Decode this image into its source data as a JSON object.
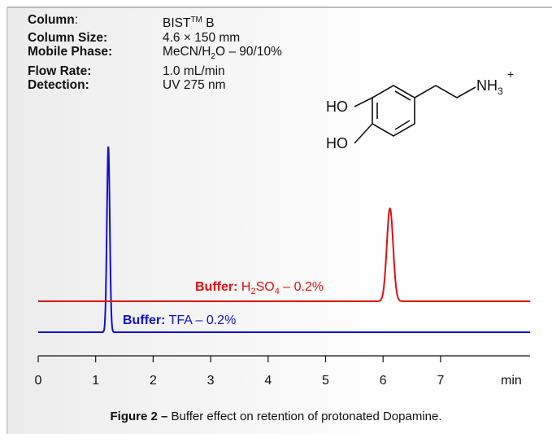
{
  "conditions": {
    "column_label": "Column",
    "column_value": "BIST",
    "column_tm": "TM",
    "column_suffix": " B",
    "size_label": "Column Size:",
    "size_value": "4.6 × 150 mm",
    "mobile_label": "Mobile Phase:",
    "mobile_value_a": "MeCN/H",
    "mobile_value_sub": "2",
    "mobile_value_b": "O – 90/10%",
    "flow_label": "Flow Rate:",
    "flow_value": "1.0 mL/min",
    "detect_label": "Detection:",
    "detect_value": "UV 275 nm"
  },
  "molecule": {
    "label_ho_top": "HO",
    "label_ho_bottom": "HO",
    "label_nh": "NH",
    "label_nh_sub": "3",
    "label_charge": "+"
  },
  "caption": {
    "bold": "Figure 2 –",
    "text": " Buffer effect on retention of protonated Dopamine."
  },
  "chart_data": {
    "type": "line",
    "xlabel": "min",
    "xlim": [
      0,
      8.6
    ],
    "ticks": [
      0,
      1,
      2,
      3,
      4,
      5,
      6,
      7
    ],
    "tick_labels": [
      "0",
      "1",
      "2",
      "3",
      "4",
      "5",
      "6",
      "7"
    ],
    "series": [
      {
        "name": "Buffer: TFA – 0.2%",
        "label_bold": "Buffer:",
        "label_text": " TFA – 0.2%",
        "color": "#1010d0",
        "baseline": 0,
        "peak_time": 1.22,
        "peak_height": 228,
        "peak_width": 0.025
      },
      {
        "name": "Buffer: H2SO4 – 0.2%",
        "label_bold": "Buffer:",
        "label_text_a": " H",
        "label_sub_a": "2",
        "label_text_b": "SO",
        "label_sub_b": "4",
        "label_text_c": " –  0.2%",
        "color": "#e01010",
        "baseline": 38,
        "peak_time": 6.12,
        "peak_height": 114,
        "peak_width": 0.055
      }
    ]
  }
}
